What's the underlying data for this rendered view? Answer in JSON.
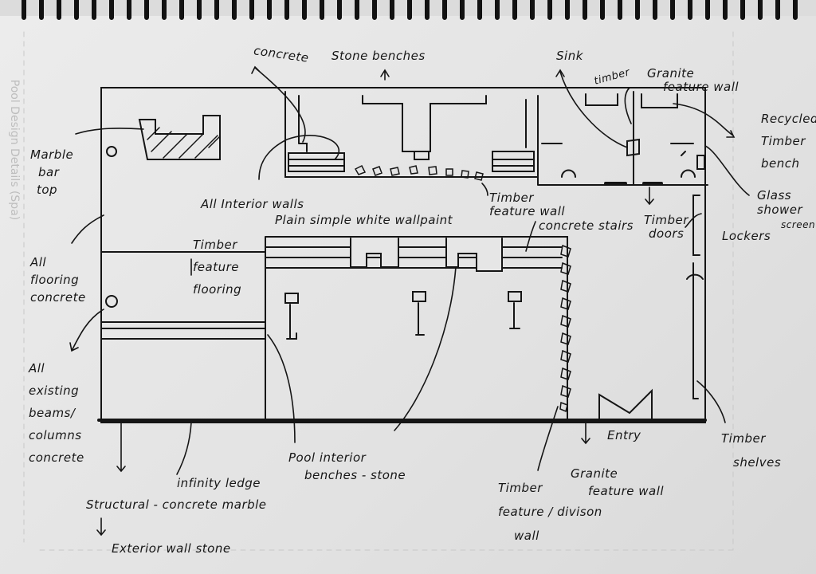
{
  "page_side_title": "Pool Design Details (Spa)",
  "labels": {
    "concrete": "concrete",
    "stone_benches": "Stone benches",
    "sink": "Sink",
    "timber": "timber",
    "granite_top": [
      "Granite",
      "feature wall"
    ],
    "recycled_bench": [
      "Recycled",
      "Timber",
      "bench"
    ],
    "marble_bar": [
      "Marble",
      "bar",
      "top"
    ],
    "interior_walls": "All Interior walls",
    "wallpaint": "Plain simple white wallpaint",
    "timber_feature_wall": [
      "Timber",
      "feature wall"
    ],
    "concrete_stairs": "concrete stairs",
    "timber_doors": [
      "Timber",
      "doors"
    ],
    "lockers": "Lockers",
    "glass_shower": [
      "Glass",
      "shower",
      "screen"
    ],
    "timber_flooring": [
      "Timber",
      "feature",
      "flooring"
    ],
    "flooring_concrete": [
      "All",
      "flooring",
      "concrete"
    ],
    "beams": [
      "All",
      "existing",
      "beams/",
      "columns",
      "concrete"
    ],
    "pool_benches": [
      "Pool interior",
      "benches - stone"
    ],
    "infinity_ledge": "infinity ledge",
    "structural": "Structural - concrete marble",
    "exterior_wall": "Exterior wall stone",
    "entry": "Entry",
    "timber_shelves": [
      "Timber",
      "shelves"
    ],
    "division_wall": [
      "Timber",
      "feature / divison",
      "wall"
    ],
    "granite_bottom": [
      "Granite",
      "feature wall"
    ]
  }
}
